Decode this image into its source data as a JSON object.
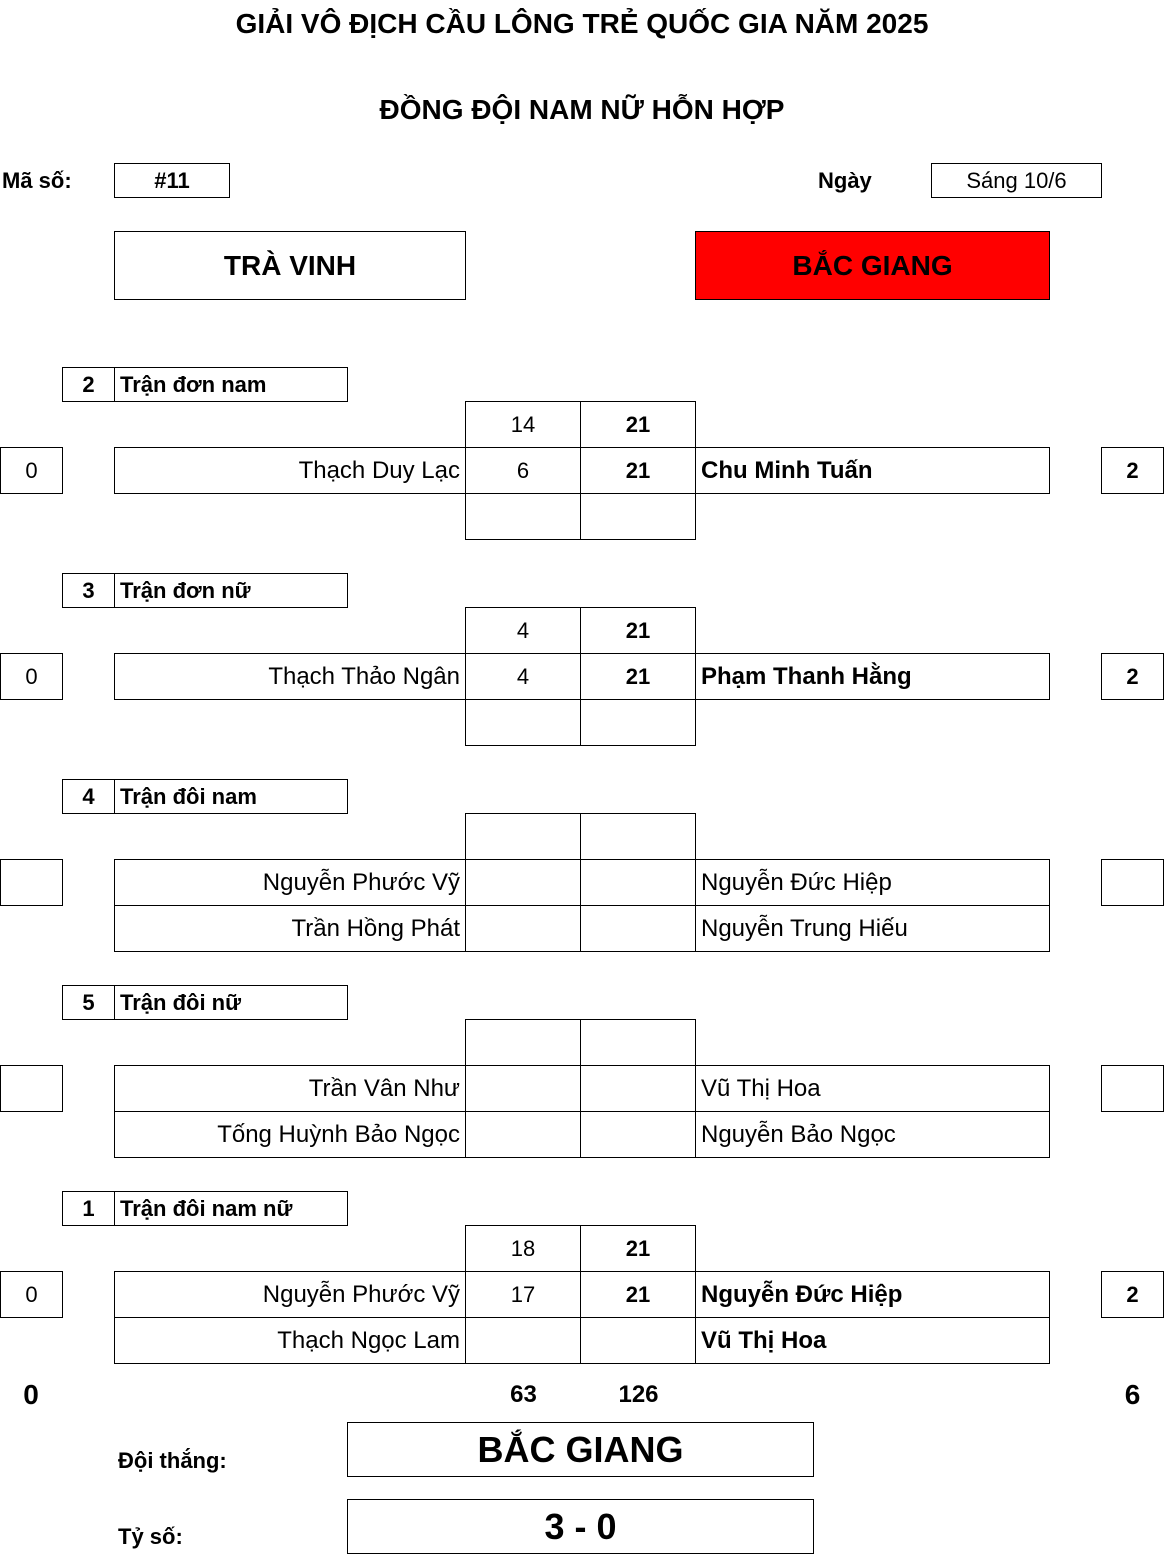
{
  "header": {
    "title": "GIẢI VÔ ĐỊCH CẦU LÔNG TRẺ QUỐC GIA NĂM 2025",
    "subtitle": "ĐỒNG ĐỘI NAM NỮ HỖN HỢP",
    "code_label": "Mã số:",
    "code_value": "#11",
    "date_label": "Ngày",
    "date_value": "Sáng 10/6"
  },
  "teams": {
    "left": "TRÀ VINH",
    "right": "BẮC GIANG",
    "right_highlight_color": "#ff0000"
  },
  "matches": [
    {
      "order": "2",
      "label": "Trận đơn nam",
      "left_points": "0",
      "right_points": "2",
      "left_players": [
        "Thạch Duy Lạc"
      ],
      "right_players": [
        "Chu Minh Tuấn"
      ],
      "right_bold": true,
      "scores_row0": [
        "14",
        "21"
      ],
      "scores_row1": [
        "6",
        "21"
      ],
      "scores_row2": [
        "",
        ""
      ]
    },
    {
      "order": "3",
      "label": "Trận đơn nữ",
      "left_points": "0",
      "right_points": "2",
      "left_players": [
        "Thạch Thảo Ngân"
      ],
      "right_players": [
        "Phạm Thanh Hằng"
      ],
      "right_bold": true,
      "scores_row0": [
        "4",
        "21"
      ],
      "scores_row1": [
        "4",
        "21"
      ],
      "scores_row2": [
        "",
        ""
      ]
    },
    {
      "order": "4",
      "label": "Trận đôi nam",
      "left_points": "",
      "right_points": "",
      "left_players": [
        "Nguyễn Phước Vỹ",
        "Trần Hồng Phát"
      ],
      "right_players": [
        "Nguyễn Đức Hiệp",
        "Nguyễn Trung Hiếu"
      ],
      "right_bold": false,
      "scores_row0": [
        "",
        ""
      ],
      "scores_row1": [
        "",
        ""
      ],
      "scores_row2": [
        "",
        ""
      ]
    },
    {
      "order": "5",
      "label": "Trận đôi nữ",
      "left_points": "",
      "right_points": "",
      "left_players": [
        "Trần Vân Như",
        "Tống Huỳnh Bảo Ngọc"
      ],
      "right_players": [
        "Vũ Thị Hoa",
        "Nguyễn Bảo Ngọc"
      ],
      "right_bold": false,
      "scores_row0": [
        "",
        ""
      ],
      "scores_row1": [
        "",
        ""
      ],
      "scores_row2": [
        "",
        ""
      ]
    },
    {
      "order": "1",
      "label": "Trận đôi nam nữ",
      "left_points": "0",
      "right_points": "2",
      "left_players": [
        "Nguyễn Phước Vỹ",
        "Thạch Ngọc Lam"
      ],
      "right_players": [
        "Nguyễn Đức Hiệp",
        "Vũ Thị Hoa"
      ],
      "right_bold": true,
      "scores_row0": [
        "18",
        "21"
      ],
      "scores_row1": [
        "17",
        "21"
      ],
      "scores_row2": [
        "",
        ""
      ]
    }
  ],
  "totals": {
    "left_points": "0",
    "left_score": "63",
    "right_score": "126",
    "right_points": "6"
  },
  "result": {
    "winner_label": "Đội thắng:",
    "winner_value": "BẮC GIANG",
    "score_label": "Tỷ số:",
    "score_value": "3 - 0"
  }
}
